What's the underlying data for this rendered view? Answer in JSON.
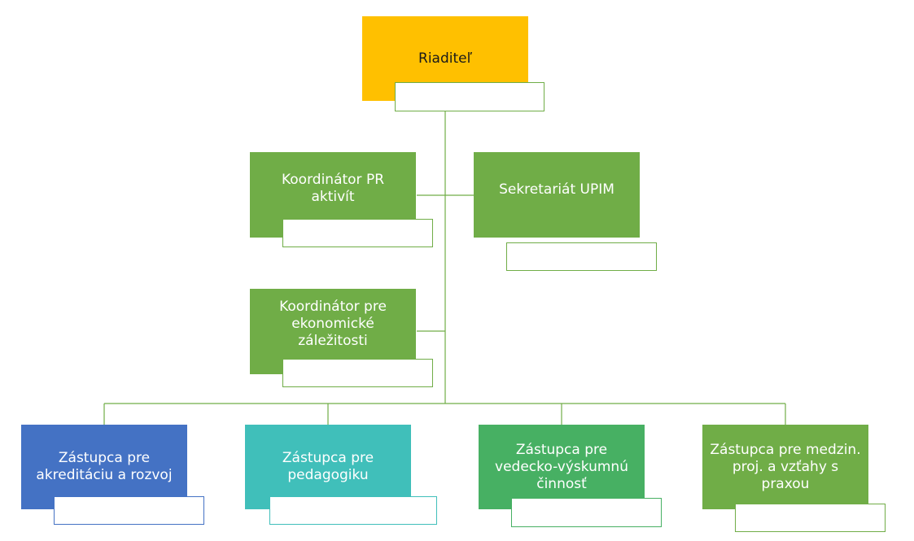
{
  "colors": {
    "connector": "#70ad47",
    "director": "#ffc000",
    "green": "#70ad47",
    "blue": "#4472c4",
    "teal": "#40bfba",
    "mid_green": "#47b063"
  },
  "director": {
    "label": "Riaditeľ"
  },
  "staff": [
    {
      "label": "Koordinátor PR\naktivít"
    },
    {
      "label": "Sekretariát UPIM"
    },
    {
      "label": "Koordinátor pre\nekonomické\nzáležitosti"
    }
  ],
  "deputies": [
    {
      "label": "Zástupca pre\nakreditáciu a rozvoj"
    },
    {
      "label": "Zástupca pre\npedagogiku"
    },
    {
      "label": "Zástupca pre\nvedecko-výskumnú\nčinnosť"
    },
    {
      "label": "Zástupca pre medzin.\nproj. a vzťahy s\npraxou"
    }
  ]
}
